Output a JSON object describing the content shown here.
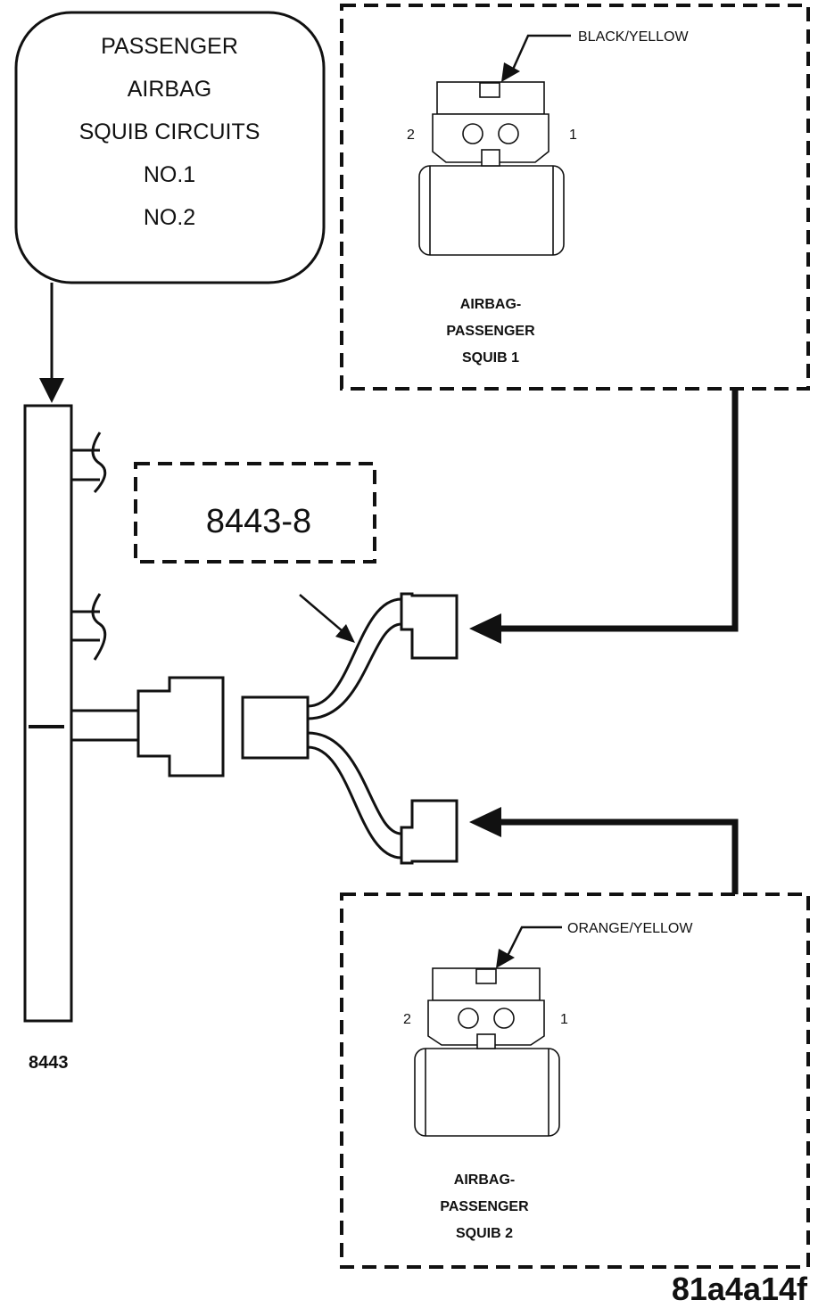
{
  "source_box": {
    "lines": [
      "PASSENGER",
      "AIRBAG",
      "SQUIB CIRCUITS",
      "NO.1",
      "NO.2"
    ]
  },
  "squib1": {
    "wire_color": "BLACK/YELLOW",
    "pin_left": "2",
    "pin_right": "1",
    "title_lines": [
      "AIRBAG-",
      "PASSENGER",
      "SQUIB 1"
    ]
  },
  "squib2": {
    "wire_color": "ORANGE/YELLOW",
    "pin_left": "2",
    "pin_right": "1",
    "title_lines": [
      "AIRBAG-",
      "PASSENGER",
      "SQUIB 2"
    ]
  },
  "adapter": {
    "label": "8443-8"
  },
  "tester": {
    "label": "8443"
  },
  "figure": {
    "id": "81a4a14f"
  }
}
